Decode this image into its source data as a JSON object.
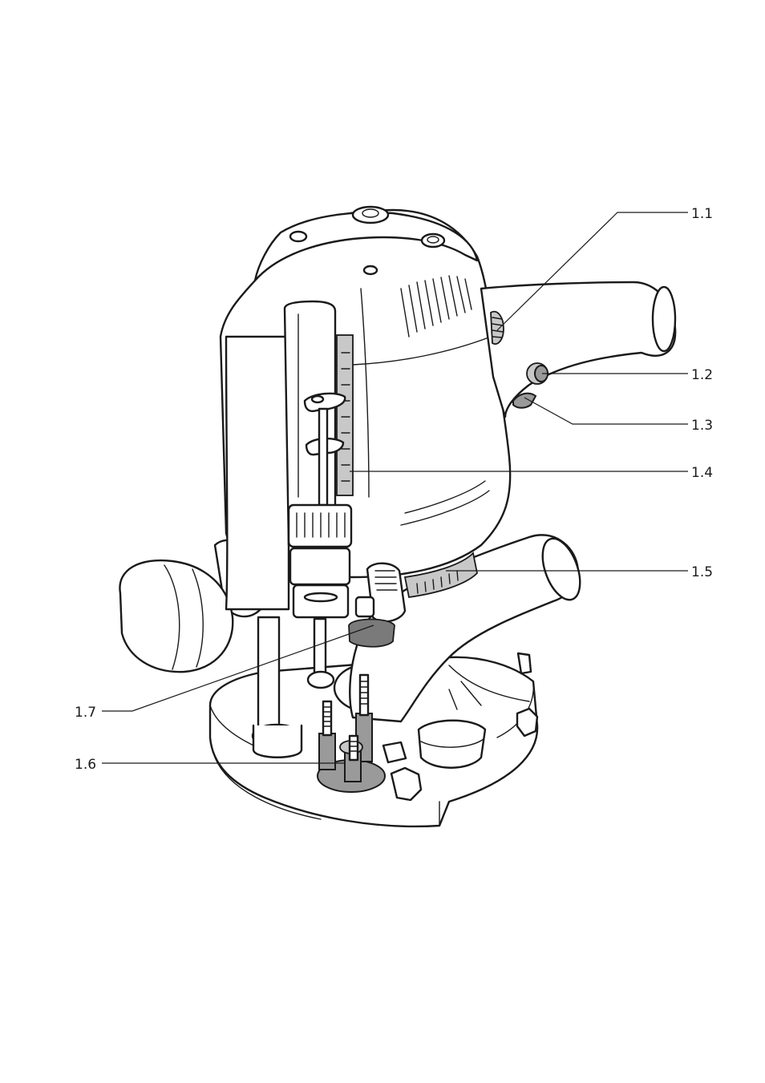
{
  "callouts": [
    {
      "id": "1.1",
      "label": "1.1"
    },
    {
      "id": "1.2",
      "label": "1.2"
    },
    {
      "id": "1.3",
      "label": "1.3"
    },
    {
      "id": "1.4",
      "label": "1.4"
    },
    {
      "id": "1.5",
      "label": "1.5"
    },
    {
      "id": "1.6",
      "label": "1.6"
    },
    {
      "id": "1.7",
      "label": "1.7"
    }
  ],
  "colors": {
    "line": "#1a1a1a",
    "part_grey": "#9a9a9a",
    "background": "#ffffff"
  }
}
